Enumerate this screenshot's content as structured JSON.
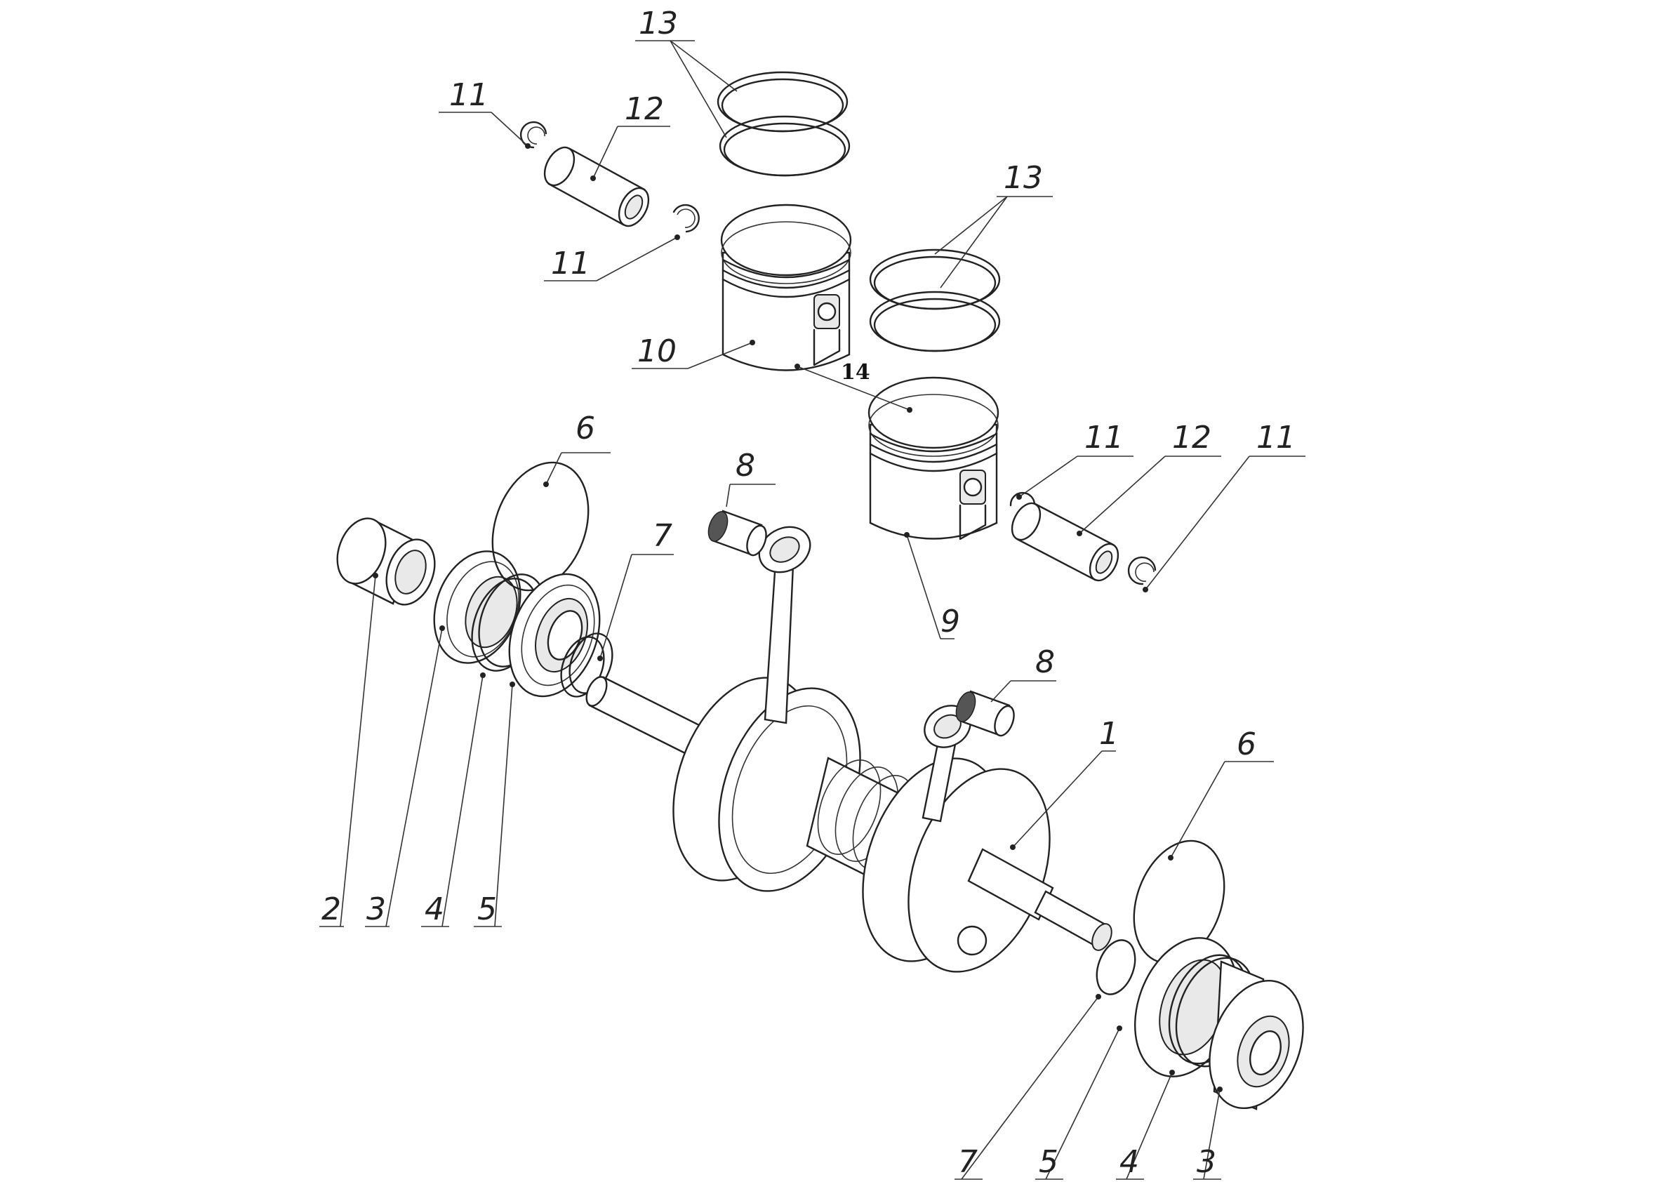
{
  "callouts": {
    "c1": "1",
    "c2": "2",
    "c3a": "3",
    "c3b": "3",
    "c4a": "4",
    "c4b": "4",
    "c5a": "5",
    "c5b": "5",
    "c6a": "6",
    "c6b": "6",
    "c7a": "7",
    "c7b": "7",
    "c8a": "8",
    "c8b": "8",
    "c9": "9",
    "c10": "10",
    "c11a": "11",
    "c11b": "11",
    "c11c": "11",
    "c11d": "11",
    "c12a": "12",
    "c12b": "12",
    "c13a": "13",
    "c13b": "13",
    "c14": "14"
  }
}
